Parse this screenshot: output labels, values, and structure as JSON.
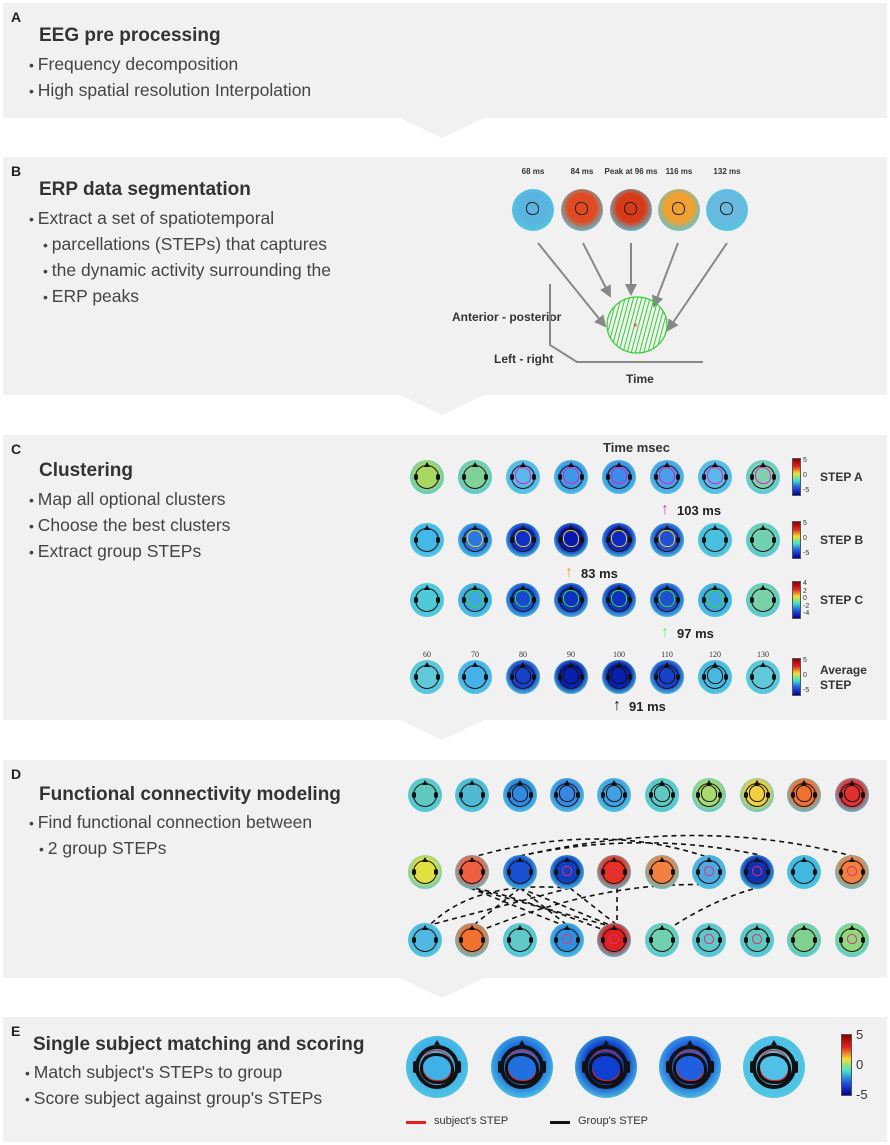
{
  "panels": {
    "A": {
      "letter": "A",
      "title": "EEG pre processing",
      "bullets": [
        "Frequency decomposition",
        "High spatial resolution Interpolation"
      ]
    },
    "B": {
      "letter": "B",
      "title": "ERP data segmentation",
      "bullets": [
        "Extract a set of spatiotemporal",
        "parcellations (STEPs) that captures",
        "the dynamic activity surrounding the",
        "ERP peaks"
      ],
      "maps": [
        {
          "label": "68 ms",
          "color": "#5ab4e0"
        },
        {
          "label": "84 ms",
          "color": "#e04a20"
        },
        {
          "label": "Peak at 96 ms",
          "color": "#d83a18"
        },
        {
          "label": "116 ms",
          "color": "#f0a030"
        },
        {
          "label": "132 ms",
          "color": "#68b8e0"
        }
      ],
      "axis_labels": {
        "ap": "Anterior - posterior",
        "lr": "Left - right",
        "time": "Time"
      }
    },
    "C": {
      "letter": "C",
      "title": "Clustering",
      "bullets": [
        "Map all optional clusters",
        "Choose the best clusters",
        "Extract group STEPs"
      ],
      "time_label": "Time msec",
      "ticks": [
        "60",
        "70",
        "80",
        "90",
        "100",
        "110",
        "120",
        "130"
      ],
      "rows": [
        {
          "label": "STEP A",
          "contour": "#e020c0",
          "cbar": [
            "5",
            "0",
            "-5"
          ],
          "peak": "103 ms",
          "arrow_color": "#e030c0",
          "colors": [
            "#a8d860",
            "#80d098",
            "#5ab8e8",
            "#3e98e8",
            "#3a8ee8",
            "#4a9ee8",
            "#5ab8e8",
            "#80d0b0"
          ],
          "contours": [
            0,
            0,
            1,
            1,
            1,
            1,
            1,
            1
          ]
        },
        {
          "label": "STEP B",
          "contour": "#e8d020",
          "cbar": [
            "5",
            "0",
            "-5"
          ],
          "peak": "83 ms",
          "arrow_color": "#f0a020",
          "colors": [
            "#44b8e8",
            "#2878e0",
            "#1030c8",
            "#0818b0",
            "#1028c0",
            "#2050d0",
            "#48c0e0",
            "#70d0b0"
          ],
          "contours": [
            0,
            1,
            1,
            1,
            1,
            1,
            0,
            0
          ]
        },
        {
          "label": "STEP C",
          "contour": "#30e030",
          "cbar": [
            "4",
            "2",
            "0",
            "-2",
            "-4"
          ],
          "peak": "97 ms",
          "arrow_color": "#70f070",
          "colors": [
            "#50c8d8",
            "#40a8e0",
            "#1848d0",
            "#1030c0",
            "#1030c0",
            "#2050d0",
            "#40a8e0",
            "#78d0a8"
          ],
          "contours": [
            0,
            1,
            1,
            1,
            1,
            1,
            1,
            0
          ]
        },
        {
          "label": "Average STEP",
          "contour": "#111111",
          "cbar": [
            "5",
            "0",
            "-5"
          ],
          "peak": "91 ms",
          "arrow_color": "#111111",
          "colors": [
            "#60c8d8",
            "#48b0e8",
            "#1840c8",
            "#0820b0",
            "#0820b0",
            "#1840c8",
            "#48b8e0",
            "#60c8d8"
          ],
          "contours": [
            0,
            0,
            1,
            1,
            1,
            1,
            1,
            0
          ]
        }
      ]
    },
    "D": {
      "letter": "D",
      "title": "Functional connectivity modeling",
      "bullets": [
        "Find functional connection between",
        "2 group STEPs"
      ],
      "rows": [
        {
          "colors": [
            "#60c8c0",
            "#50b8d0",
            "#3088e0",
            "#3888e0",
            "#40a0e0",
            "#60c8c0",
            "#a8d870",
            "#f0d040",
            "#f07030",
            "#e03030"
          ],
          "contour": "#111111"
        },
        {
          "colors": [
            "#e0e040",
            "#f06040",
            "#1850d0",
            "#1040c0",
            "#e83020",
            "#f08040",
            "#50a8e0",
            "#1030b0",
            "#40b8e0",
            "#f08040"
          ],
          "contour": "#e03070"
        },
        {
          "colors": [
            "#50b8e0",
            "#f07030",
            "#60c8c8",
            "#3090e0",
            "#e02020",
            "#70d0b0",
            "#60c8c8",
            "#60c8c0",
            "#80d090",
            "#90d880"
          ],
          "contour": "#e03070"
        }
      ]
    },
    "E": {
      "letter": "E",
      "title": "Single subject matching and scoring",
      "bullets": [
        "Match subject's STEPs to group",
        "Score subject against group's STEPs"
      ],
      "colors": [
        "#40b0e8",
        "#2070e0",
        "#1040d0",
        "#2060e0",
        "#50c0e8"
      ],
      "cbar": [
        "5",
        "0",
        "-5"
      ],
      "legend": [
        {
          "label": "subject's STEP",
          "color": "#e82020"
        },
        {
          "label": "Group's STEP",
          "color": "#111111"
        }
      ]
    }
  },
  "colors": {
    "panel_bg": "#f1f1f1",
    "blob": "#30d030"
  }
}
